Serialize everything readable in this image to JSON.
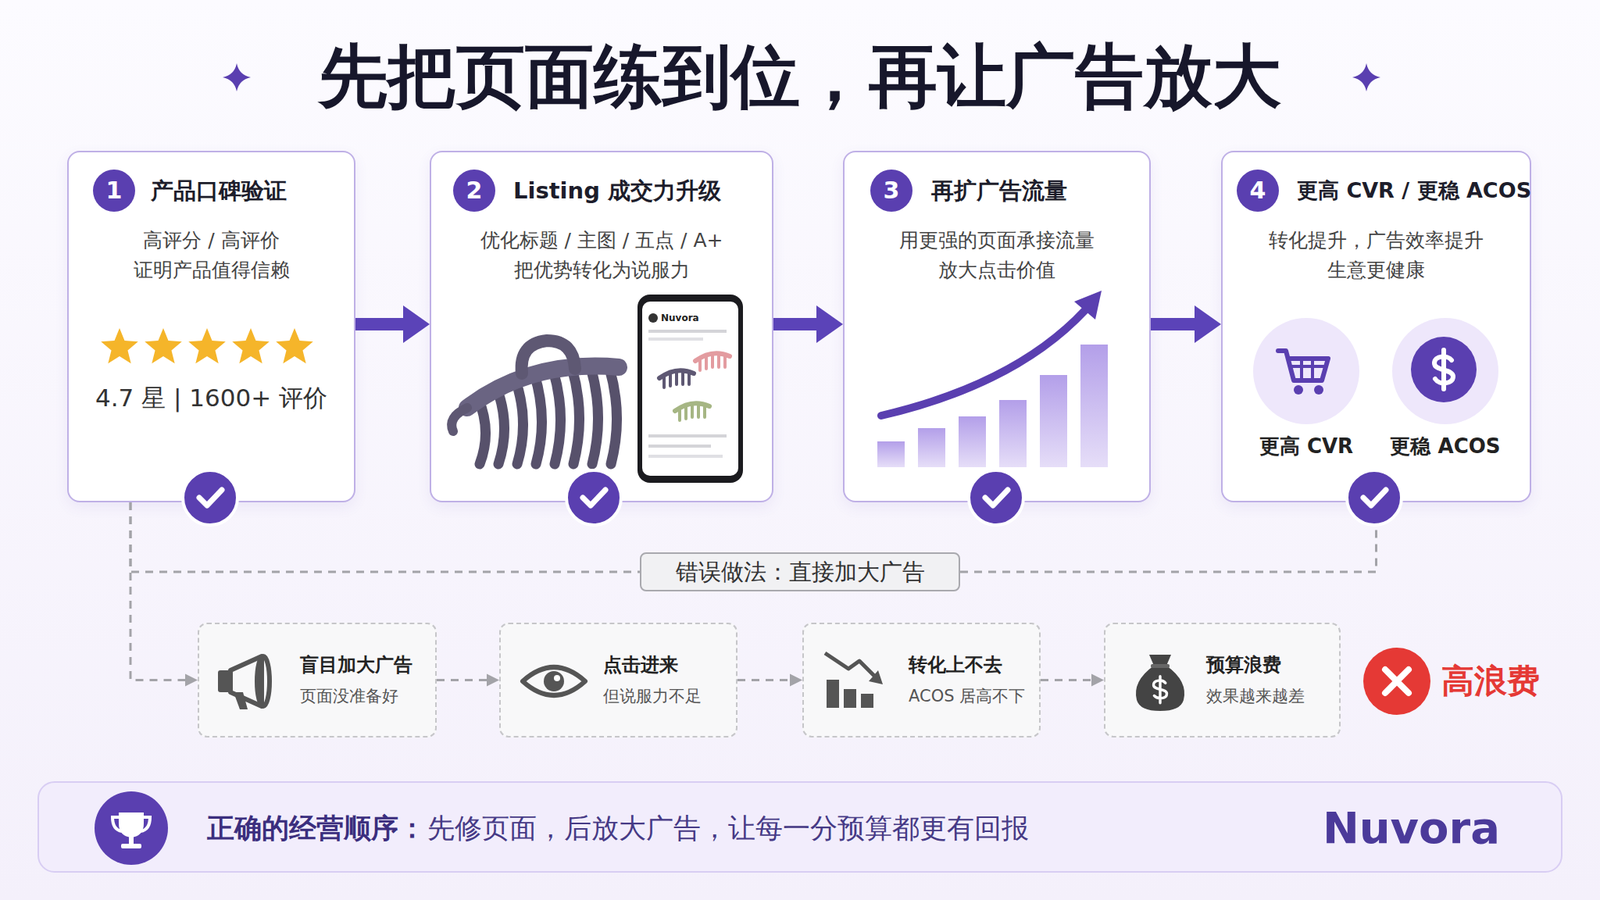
{
  "diagram": {
    "title": "先把页面练到位，再让广告放大",
    "nodes": [
      {
        "text": [
          "1",
          "产品口碑验证",
          "高评分 / 高评价 证明产品值得信赖",
          "4.7 星 | 1600+ 评价"
        ]
      },
      {
        "text": [
          "2",
          "Listing 成交力升级",
          "优化标题 / 主图 / 五点 / A+ 把优势转化为说服力"
        ]
      },
      {
        "text": [
          "3",
          "再扩广告流量",
          "用更强的页面承接流量 放大点击价值"
        ]
      },
      {
        "text": [
          "4",
          "更高 CVR / 更稳 ACOS",
          "转化提升，广告效率提升 生意更健康"
        ]
      },
      {
        "text": [
          "更高 CVR"
        ],
        "in": 3
      },
      {
        "text": [
          "更稳 ACOS"
        ],
        "in": 3
      },
      {
        "text": [
          "错误做法：直接加大广告"
        ]
      },
      {
        "text": [
          "盲目加大广告",
          "页面没准备好"
        ]
      },
      {
        "text": [
          "点击进来",
          "但说服力不足"
        ]
      },
      {
        "text": [
          "转化上不去",
          "ACOS 居高不下"
        ]
      },
      {
        "text": [
          "预算浪费",
          "效果越来越差"
        ]
      },
      {
        "text": [
          "正确的经营顺序：",
          "先修页面，后放大广告，让每一分预算都更有回报",
          "Nuvora"
        ]
      }
    ],
    "edges": [
      {
        "from": 0,
        "to": 1,
        "arrow": "to"
      },
      {
        "from": 1,
        "to": 2,
        "arrow": "to"
      },
      {
        "from": 2,
        "to": 3,
        "arrow": "to"
      },
      {
        "from": 0,
        "to": 6,
        "arrow": "none"
      },
      {
        "from": 6,
        "to": 3,
        "arrow": "none"
      },
      {
        "from": 0,
        "to": 7,
        "arrow": "to"
      },
      {
        "from": 7,
        "to": 8,
        "arrow": "to"
      },
      {
        "from": 8,
        "to": 9,
        "arrow": "to"
      },
      {
        "from": 9,
        "to": 10,
        "arrow": "to"
      }
    ],
    "labels": [
      "Nuvora",
      "高浪费"
    ]
  }
}
